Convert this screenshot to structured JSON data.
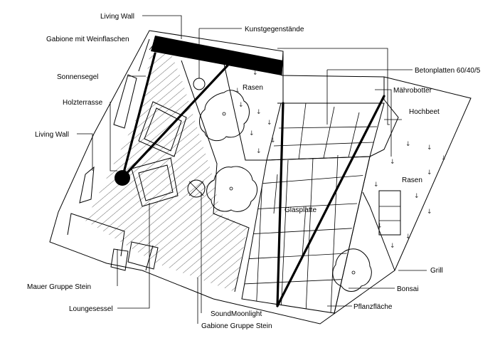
{
  "labels": {
    "living_wall_top": "Living Wall",
    "gabione_wein": "Gabione mit Weinflaschen",
    "sonnensegel": "Sonnensegel",
    "holzterrasse": "Holzterrasse",
    "living_wall_left": "Living Wall",
    "mauer_gruppe": "Mauer Gruppe Stein",
    "loungesessel": "Loungesessel",
    "kunstgegenstaende": "Kunstgegenstände",
    "rasen_top": "Rasen",
    "betonplatten": "Betonplatten 60/40/5",
    "maehrobotter": "Mährobotter",
    "hochbeet": "Hochbeet",
    "rasen_right": "Rasen",
    "glasplatte": "Glasplatte",
    "grill": "Grill",
    "bonsai": "Bonsai",
    "pflanzflaeche": "Pflanzfläche",
    "soundmoonlight": "SoundMoonlight",
    "gabione_gruppe": "Gabione Gruppe Stein"
  },
  "symbols": {
    "lawn_mark": "↓"
  }
}
